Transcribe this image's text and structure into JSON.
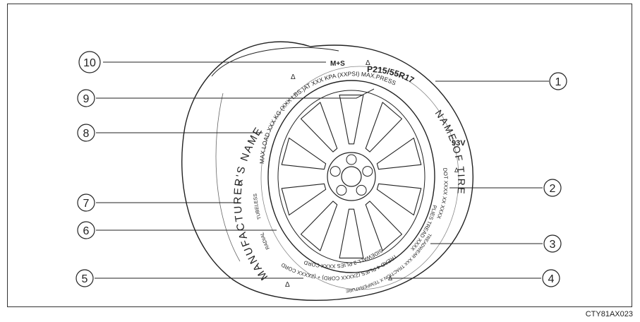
{
  "figure": {
    "reference_code": "CTY81AX023"
  },
  "callouts": [
    {
      "number": "1"
    },
    {
      "number": "2"
    },
    {
      "number": "3"
    },
    {
      "number": "4"
    },
    {
      "number": "5"
    },
    {
      "number": "6"
    },
    {
      "number": "7"
    },
    {
      "number": "8"
    },
    {
      "number": "9"
    },
    {
      "number": "10"
    }
  ],
  "sidewall_text": {
    "tire_size": "P215/55R17",
    "load_speed": "93V",
    "mud_snow": "M+S",
    "max_load": "MAX.LOAD XXX KG (XXX LBS.)AT XXX KPA (XXPSI) MAX.PRESS",
    "manufacturer_name": "MANUFACTURER'S NAME",
    "tire_name": "NAME OF TIRE",
    "dot_code": "DOT XXXX XX XXXX",
    "plies": "PLIES TREAD XXXX",
    "treadwear": "TREADWEAR XXX TRACTION X TEMPERATURE X",
    "tread_plies": "TREAD 4 PLIES (2XXXX CORD) + (2XXXX CORD)",
    "sidewall_plies": "SIDEWALL 2 PLIES XXXX CORD",
    "tubeless": "TUBELESS",
    "radial": "RADIAL",
    "delta": "Δ"
  }
}
